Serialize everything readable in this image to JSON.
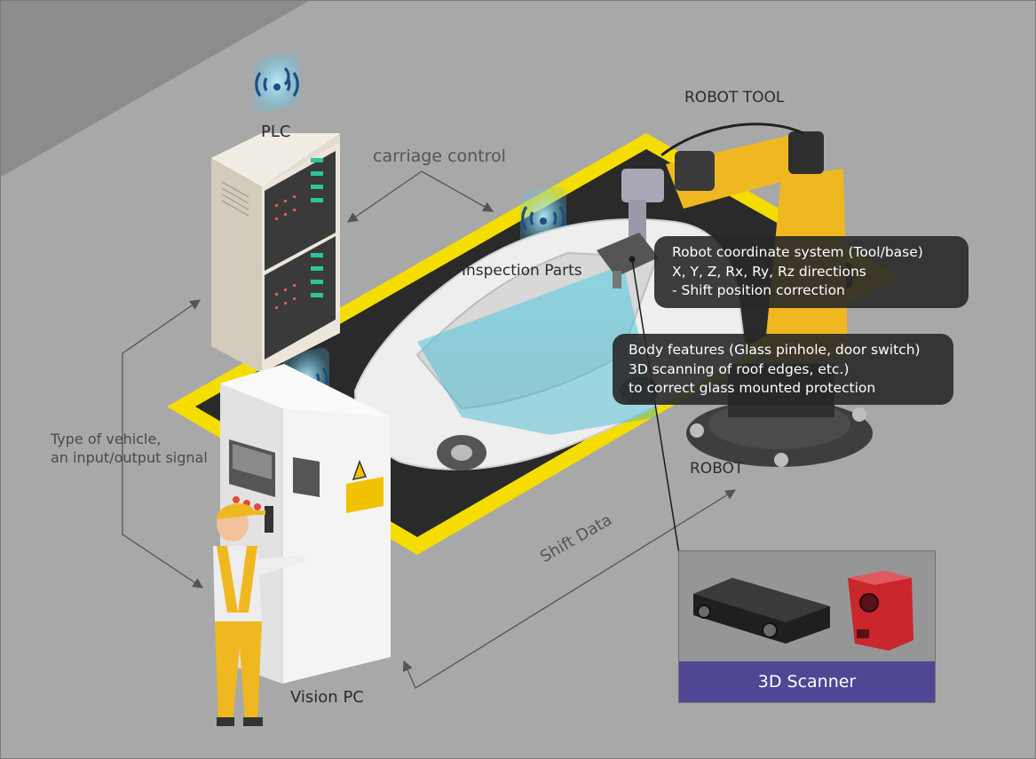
{
  "labels": {
    "plc": "PLC",
    "carriage_control": "carriage control",
    "inspection_parts": "Inspection Parts",
    "robot_tool": "ROBOT TOOL",
    "robot": "ROBOT",
    "vision_pc": "Vision PC",
    "shift_data": "Shift Data",
    "vehicle_signal_line1": "Type of vehicle,",
    "vehicle_signal_line2": "an input/output signal"
  },
  "bubbles": {
    "robot_coord": {
      "line1": "Robot coordinate system (Tool/base)",
      "line2": "X, Y, Z, Rx, Ry, Rz directions",
      "line3": "- Shift position correction"
    },
    "body_features": {
      "line1": "Body features (Glass pinhole, door switch)",
      "line2": "3D scanning of roof edges, etc.)",
      "line3": "to correct glass mounted protection"
    }
  },
  "scanner": {
    "caption": "3D Scanner"
  },
  "colors": {
    "floor": "#a8a8a8",
    "wall": "#8a8a8a",
    "safety_yellow": "#f5dd00",
    "robot_yellow": "#f0b820",
    "scanner_caption_bg": "#4f4694",
    "wifi_glow": "#7fd6ff"
  },
  "icons": [
    "wifi-icon",
    "warning-icon",
    "arrow-icon"
  ]
}
